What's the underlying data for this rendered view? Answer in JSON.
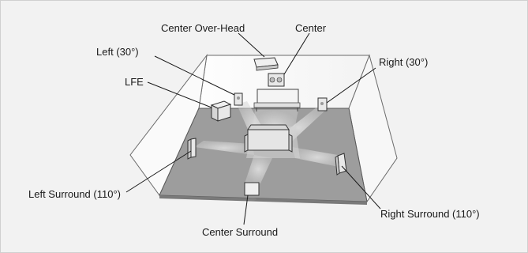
{
  "labels": {
    "center_overhead": "Center Over-Head",
    "center": "Center",
    "left": "Left (30°)",
    "right": "Right (30°)",
    "lfe": "LFE",
    "left_surround": "Left Surround (110°)",
    "right_surround": "Right Surround (110°)",
    "center_surround": "Center Surround"
  },
  "colors": {
    "background": "#f2f2f2",
    "floor": "#9a9a9a",
    "room_edge": "#5a5a5a",
    "wall": "#ffffff",
    "speaker": "#e6e6e6",
    "beam": "#d9d9d9"
  }
}
